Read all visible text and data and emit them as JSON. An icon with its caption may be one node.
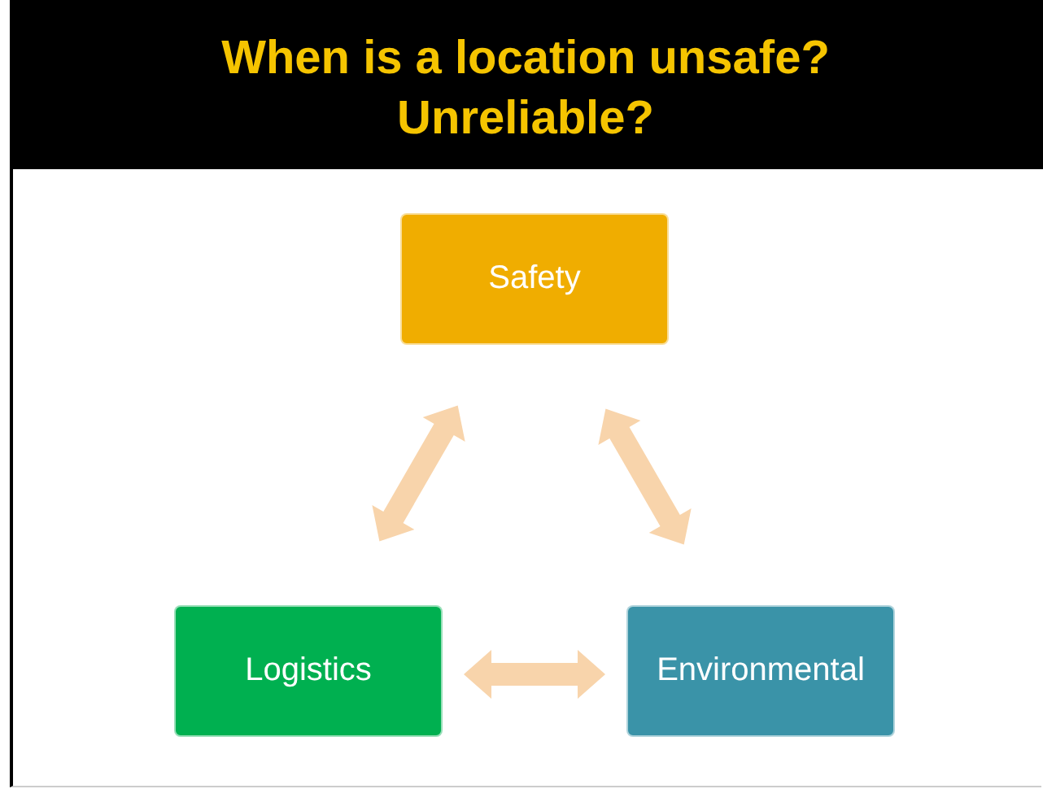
{
  "diagram": {
    "title": "When is a location unsafe? Unreliable?",
    "nodes": [
      {
        "text": [
          "Safety"
        ]
      },
      {
        "text": [
          "Logistics"
        ]
      },
      {
        "text": [
          "Environmental"
        ]
      }
    ],
    "edges": [
      {
        "from": 0,
        "to": 1,
        "arrow": "both"
      },
      {
        "from": 0,
        "to": 2,
        "arrow": "both"
      },
      {
        "from": 1,
        "to": 2,
        "arrow": "both"
      }
    ]
  }
}
